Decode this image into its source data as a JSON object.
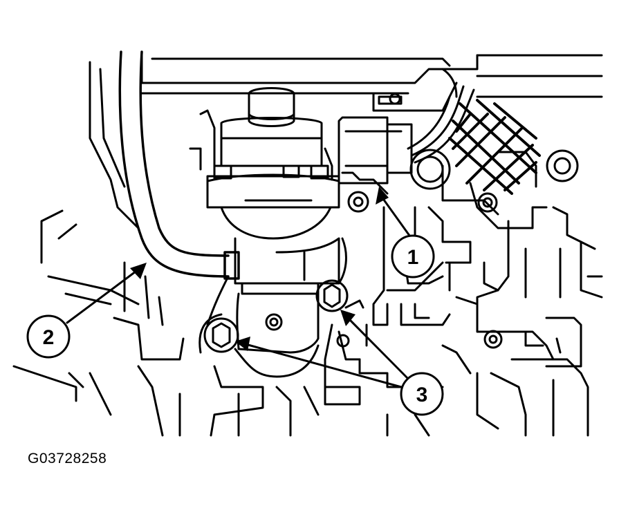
{
  "figure_id": "G03728258",
  "callouts": [
    {
      "label": "1",
      "part": "electrical-connector"
    },
    {
      "label": "2",
      "part": "tube"
    },
    {
      "label": "3",
      "part": "bolts"
    }
  ],
  "colors": {
    "ink": "#000000",
    "paper": "#ffffff"
  }
}
